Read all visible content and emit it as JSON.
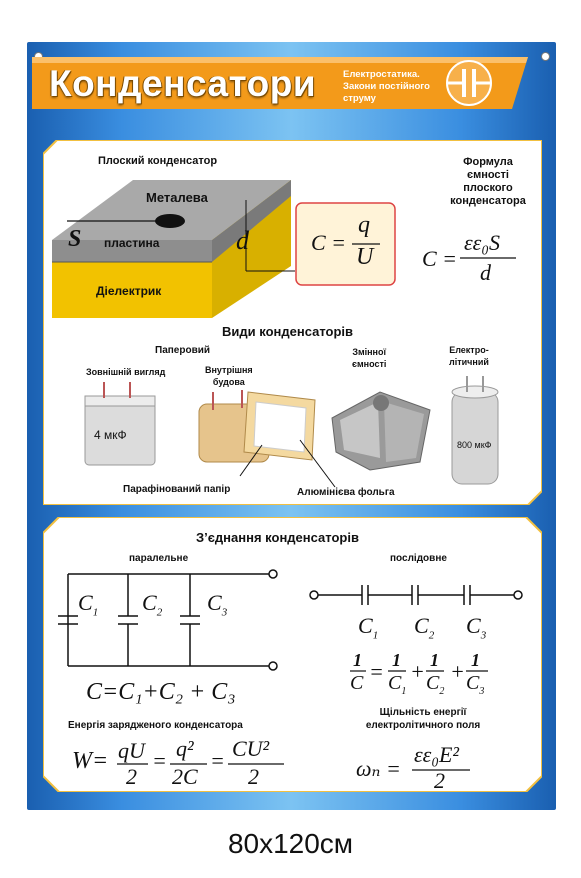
{
  "header": {
    "title": "Конденсатори",
    "subtitle_lines": [
      "Електростатика.",
      "Закони постійного",
      "струму"
    ],
    "colors": {
      "banner": "#f39a1a",
      "poster": "#2c7fd6"
    }
  },
  "flat": {
    "title": "Плоский конденсатор",
    "metal": "Металева",
    "plate": "пластина",
    "s": "S",
    "d": "d",
    "dielectric": "Діелектрик",
    "box_formula": {
      "lhs": "C =",
      "num": "q",
      "den": "U"
    },
    "formula_title_lines": [
      "Формула",
      "ємності",
      "плоского",
      "конденсатора"
    ],
    "cap_formula": {
      "lhs": "C =",
      "num": "εε₀S",
      "den": "d"
    }
  },
  "types": {
    "title": "Види конденсаторів",
    "paper": "Паперовий",
    "outer": "Зовнішній вигляд",
    "inner_lines": [
      "Внутрішня",
      "будова"
    ],
    "variable_lines": [
      "Змінної",
      "ємності"
    ],
    "electro_lines": [
      "Електро-",
      "літичний"
    ],
    "mkf4": "4 мкФ",
    "mkf800": "800 мкФ",
    "paraffin": "Парафінований папір",
    "foil": "Алюмінієва фольга"
  },
  "connection": {
    "title": "З’єднання конденсаторів",
    "parallel": "паралельне",
    "series": "послідовне",
    "c": "C",
    "subs": [
      "1",
      "2",
      "3"
    ],
    "parallel_formula": "C=C₁+C₂ + C₃",
    "series_formula": {
      "one": "1",
      "c": "C",
      "eq": "=",
      "plus": "+"
    },
    "energy_title": "Енергія зарядженого конденсатора",
    "energy_formula": {
      "w": "W=",
      "n1": "qU",
      "d1": "2",
      "n2": "q²",
      "d2": "2C",
      "n3": "CU²",
      "d3": "2",
      "eq": "="
    },
    "density_title_lines": [
      "Щільність енергії",
      "електролітичного поля"
    ],
    "density_formula": {
      "lhs": "ωₙ =",
      "num": "εε₀E²",
      "den": "2"
    }
  },
  "footer": {
    "size": "80x120см"
  }
}
